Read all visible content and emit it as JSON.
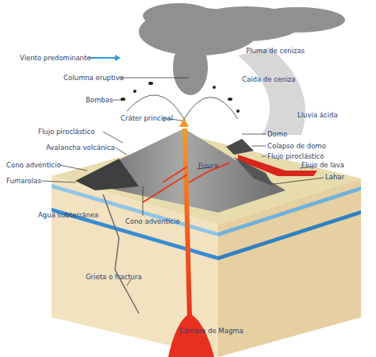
{
  "diagram": {
    "labels": [
      "Viento predominante",
      "Pluma de cenizas",
      "Columna eruptiva",
      "Caída de ceniza",
      "Bombas",
      "Lluvia ácida",
      "Cráter principal",
      "Domo",
      "Flujo piroclástico",
      "Colapso de domo",
      "Avalancha volcánica",
      "Flujo piroclástico",
      "Cono adventicio",
      "Fisura",
      "Flujo de lava",
      "Fumarolas",
      "Lahar",
      "Agua subterránea",
      "Cono adventicio",
      "Grieta o fractura",
      "Cámara de Magma"
    ]
  }
}
